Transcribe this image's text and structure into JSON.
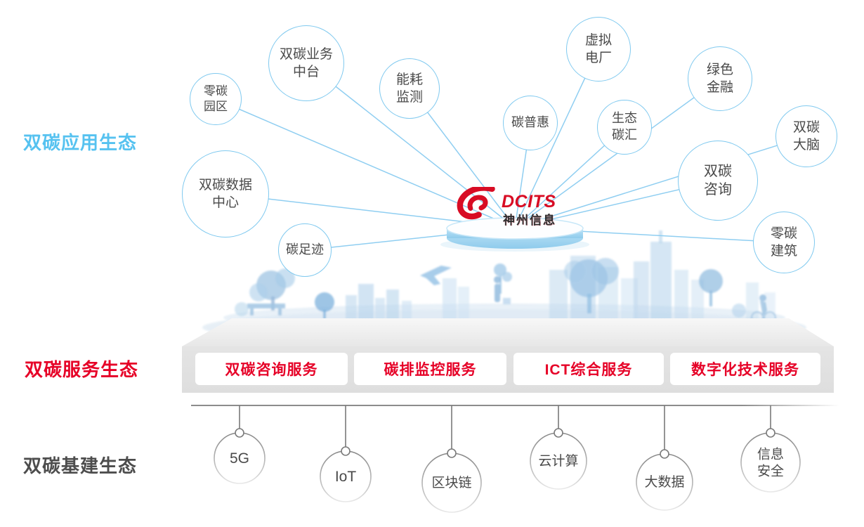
{
  "sections": {
    "application": {
      "label": "双碳应用生态"
    },
    "service": {
      "label": "双碳服务生态"
    },
    "infrastructure": {
      "label": "双碳基建生态"
    }
  },
  "logo": {
    "brand": "DCITS",
    "company": "神州信息"
  },
  "application_nodes": [
    {
      "label": "零碳园区"
    },
    {
      "label": "双碳业务中台"
    },
    {
      "label": "能耗监测"
    },
    {
      "label": "碳普惠"
    },
    {
      "label": "虚拟电厂"
    },
    {
      "label": "生态碳汇"
    },
    {
      "label": "绿色金融"
    },
    {
      "label": "双碳大脑"
    },
    {
      "label": "双碳咨询"
    },
    {
      "label": "零碳建筑"
    },
    {
      "label": "双碳数据中心"
    },
    {
      "label": "碳足迹"
    }
  ],
  "service_items": [
    {
      "label": "双碳咨询服务"
    },
    {
      "label": "碳排监控服务"
    },
    {
      "label": "ICT综合服务"
    },
    {
      "label": "数字化技术服务"
    }
  ],
  "infrastructure_nodes": [
    {
      "label": "5G"
    },
    {
      "label": "IoT"
    },
    {
      "label": "区块链"
    },
    {
      "label": "云计算"
    },
    {
      "label": "大数据"
    },
    {
      "label": "信息安全"
    }
  ],
  "colors": {
    "application_accent": "#56C2F0",
    "service_accent": "#E60127",
    "infrastructure_text": "#4D4D4D",
    "node_stroke": "#7FC9EF",
    "logo_red": "#D80C24",
    "platform_gray": "#E1E1E1"
  }
}
